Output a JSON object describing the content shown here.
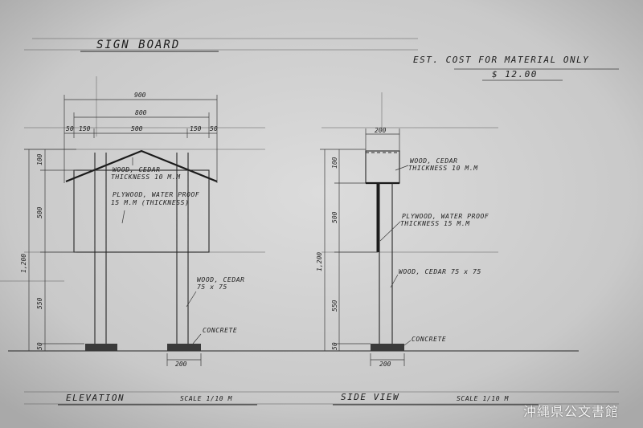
{
  "title": "SIGN BOARD",
  "cost": {
    "label": "EST. COST FOR MATERIAL ONLY",
    "value": "$ 12.00"
  },
  "elevation": {
    "caption": "ELEVATION",
    "scale": "SCALE 1/10 M",
    "dims_top": [
      "900",
      "800"
    ],
    "dims_row": [
      "50",
      "150",
      "500",
      "150",
      "50"
    ],
    "dims_left": [
      "1,200",
      "100",
      "500",
      "550",
      "50"
    ],
    "dim_bottom": "200",
    "note_wood_cedar": [
      "WOOD, CEDAR",
      "THICKNESS 10 M.M"
    ],
    "note_plywood": [
      "PLYWOOD, WATER PROOF",
      "15 M.M (THICKNESS)"
    ],
    "note_post": [
      "WOOD, CEDAR",
      "75 x 75"
    ],
    "note_concrete": "CONCRETE"
  },
  "side": {
    "caption": "SIDE VIEW",
    "scale": "SCALE 1/10 M",
    "dim_top": "200",
    "dims_left": [
      "1,200",
      "100",
      "500",
      "550",
      "50"
    ],
    "dim_bottom": "200",
    "note_wood_cedar": [
      "WOOD, CEDAR",
      "THICKNESS 10 M.M"
    ],
    "note_plywood": [
      "PLYWOOD, WATER PROOF",
      "THICKNESS 15 M.M"
    ],
    "note_post": "WOOD, CEDAR 75 x 75",
    "note_concrete": "CONCRETE"
  },
  "watermark": "沖縄県公文書館"
}
